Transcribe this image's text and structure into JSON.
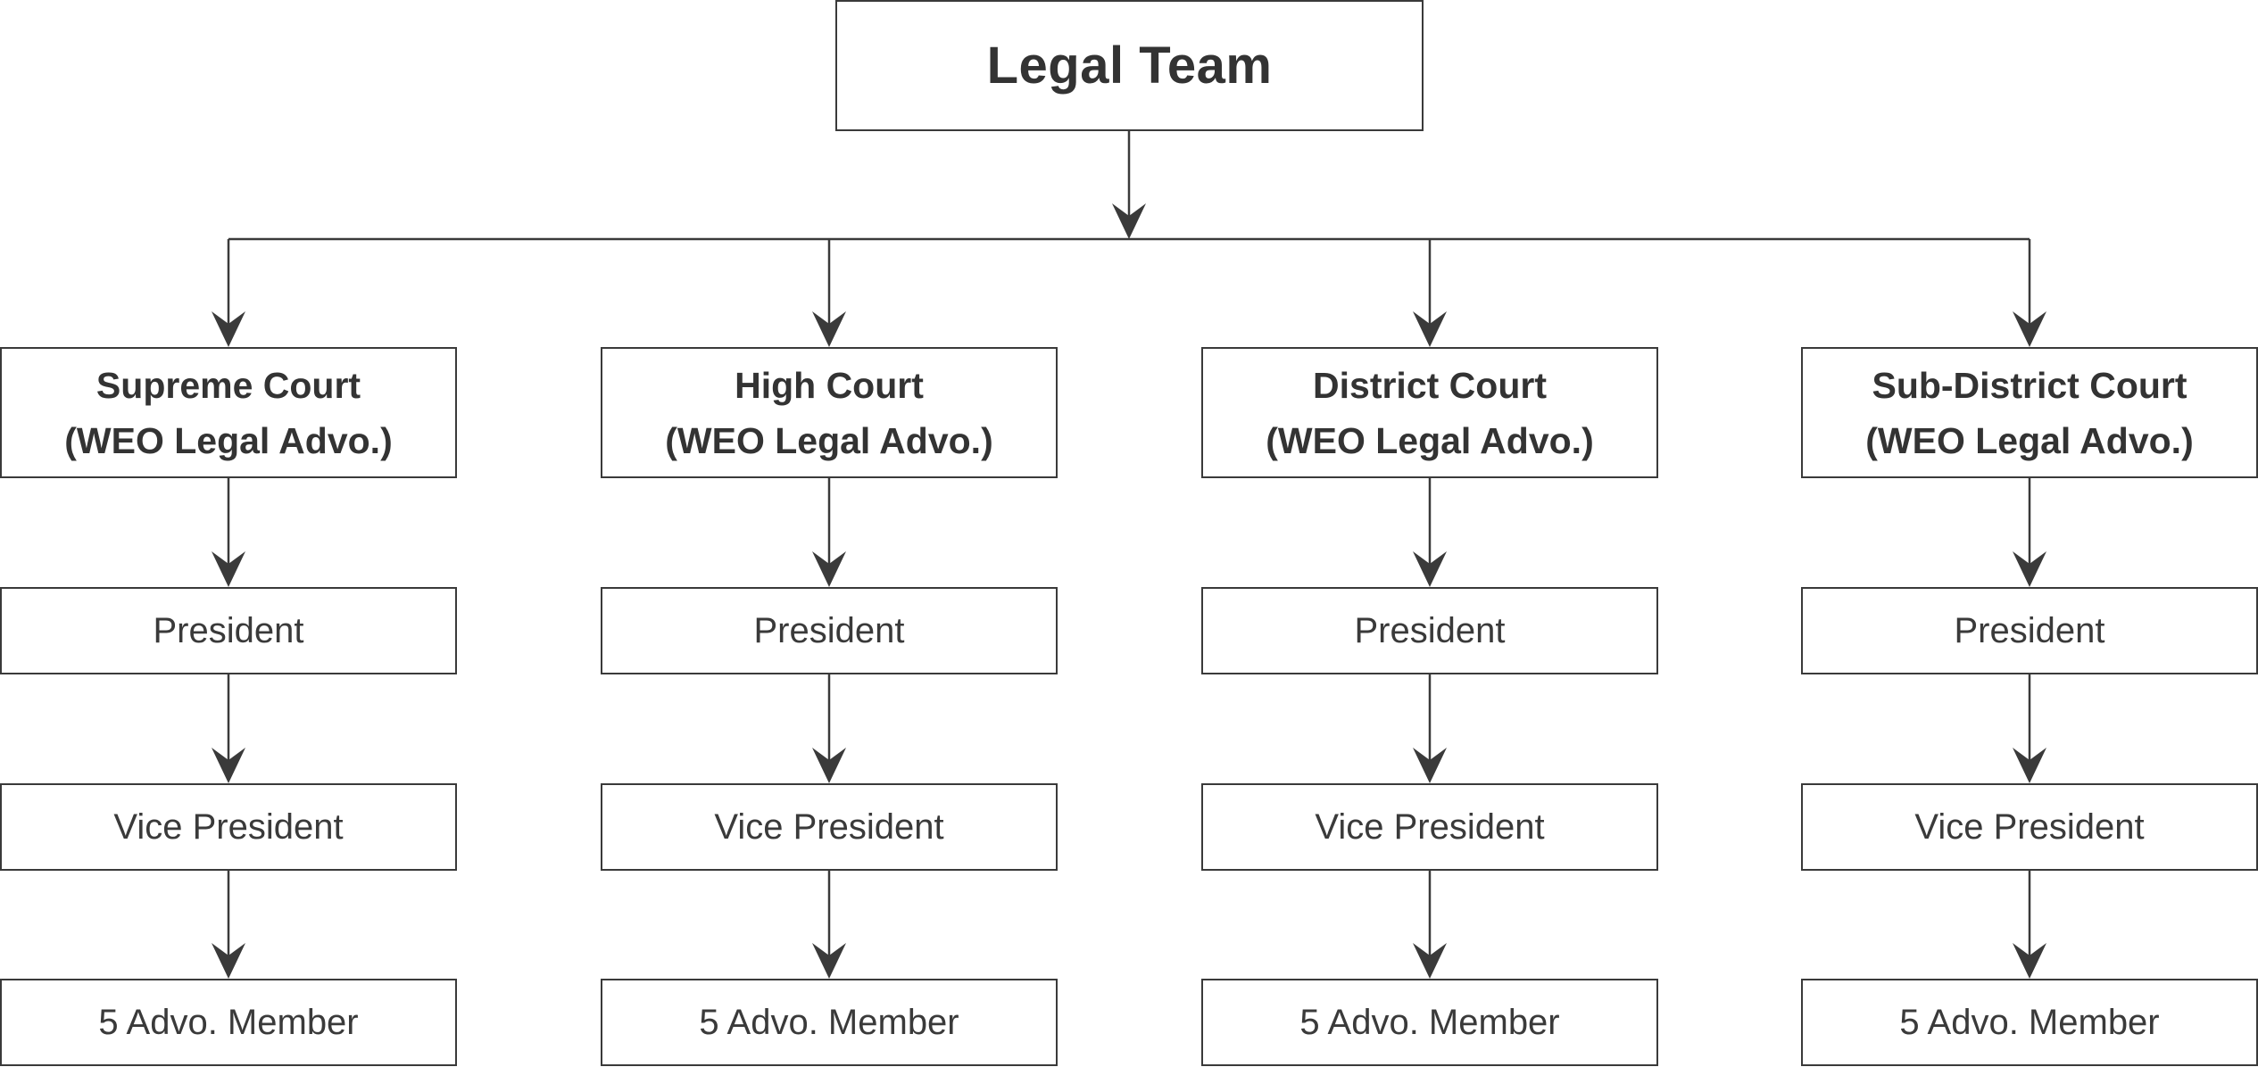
{
  "diagram": {
    "root": {
      "title": "Legal Team"
    },
    "branches": [
      {
        "name": "Supreme Court",
        "subtitle": "(WEO Legal Advo.)",
        "roles": [
          "President",
          "Vice President",
          "5 Advo. Member"
        ]
      },
      {
        "name": "High Court",
        "subtitle": "(WEO Legal Advo.)",
        "roles": [
          "President",
          "Vice President",
          "5 Advo. Member"
        ]
      },
      {
        "name": "District Court",
        "subtitle": "(WEO Legal Advo.)",
        "roles": [
          "President",
          "Vice President",
          "5 Advo. Member"
        ]
      },
      {
        "name": "Sub-District Court",
        "subtitle": "(WEO Legal Advo.)",
        "roles": [
          "President",
          "Vice President",
          "5 Advo. Member"
        ]
      }
    ],
    "colors": {
      "line": "#3a3a3a",
      "box_border": "#3a3a3a",
      "text": "#333333",
      "background": "#ffffff"
    }
  }
}
